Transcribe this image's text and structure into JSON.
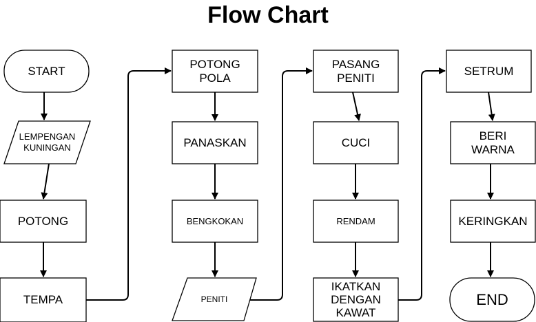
{
  "title": "Flow Chart",
  "nodes": {
    "start": "START",
    "lempengan": "LEMPENGAN\nKUNINGAN",
    "potong": "POTONG",
    "tempa": "TEMPA",
    "potong_pola": "POTONG\nPOLA",
    "panaskan": "PANASKAN",
    "bengkokan": "BENGKOKAN",
    "peniti": "PENITI",
    "pasang_peniti": "PASANG\nPENITI",
    "cuci": "CUCI",
    "rendam": "RENDAM",
    "ikatkan": "IKATKAN\nDENGAN\nKAWAT",
    "setrum": "SETRUM",
    "beri_warna": "BERI\nWARNA",
    "keringkan": "KERINGKAN",
    "end": "END"
  }
}
